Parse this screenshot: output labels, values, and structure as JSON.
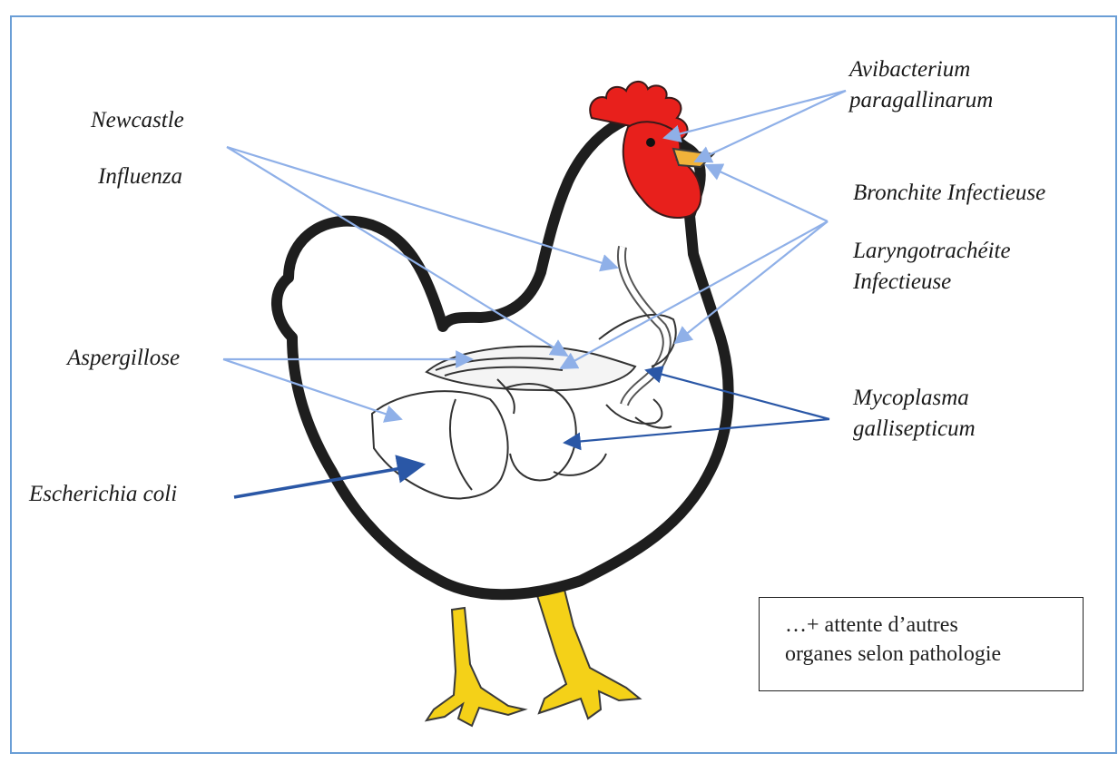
{
  "colors": {
    "frame": "#6a9ed6",
    "arrow_light": "#8fb0e8",
    "arrow_dark": "#2a57a6",
    "comb": "#e8201c",
    "legs": "#f4d118",
    "beak": "#f0b33a",
    "outline": "#1e1e1e"
  },
  "icons": {
    "subject": "chicken-anatomy-illustration"
  },
  "labels": {
    "avibacterium_1": "Avibacterium",
    "avibacterium_2": "paragallinarum",
    "newcastle": "Newcastle",
    "influenza": "Influenza",
    "bronchite": "Bronchite Infectieuse",
    "laryngo_1": "Laryngotrachéite",
    "laryngo_2": "Infectieuse",
    "aspergillose": "Aspergillose",
    "mycoplasma_1": "Mycoplasma",
    "mycoplasma_2": "gallisepticum",
    "ecoli": "Escherichia coli"
  },
  "note": {
    "line1": "…+ attente d’autres",
    "line2": "organes selon pathologie"
  }
}
